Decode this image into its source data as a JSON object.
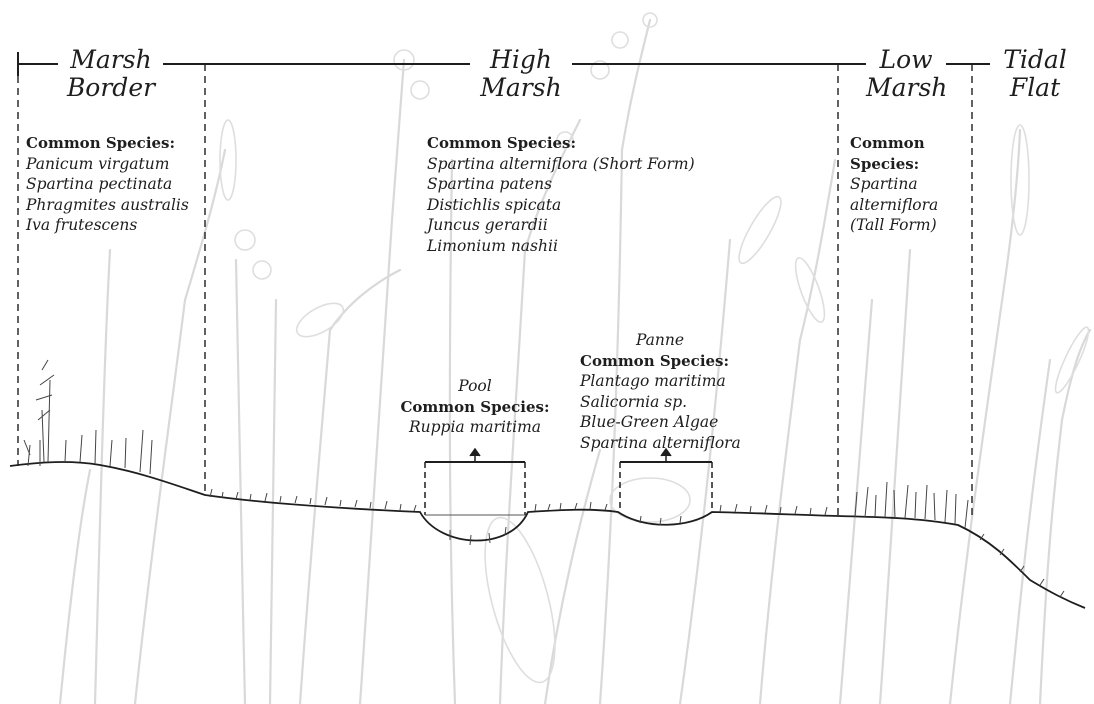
{
  "zones": [
    {
      "line1": "Marsh",
      "line2": "Border"
    },
    {
      "line1": "High",
      "line2": "Marsh"
    },
    {
      "line1": "Low",
      "line2": "Marsh"
    },
    {
      "line1": "Tidal",
      "line2": "Flat"
    }
  ],
  "species_boxes": {
    "marsh_border": {
      "heading": "Common Species:",
      "species": [
        "Panicum virgatum",
        "Spartina pectinata",
        "Phragmites australis",
        "Iva frutescens"
      ]
    },
    "high_marsh": {
      "heading": "Common Species:",
      "species": [
        "Spartina alterniflora (Short Form)",
        "Spartina patens",
        "Distichlis spicata",
        "Juncus gerardii",
        "Limonium nashii"
      ]
    },
    "low_marsh": {
      "heading_line1": "Common",
      "heading_line2": "Species:",
      "species": [
        "Spartina",
        "alterniflora",
        "(Tall Form)"
      ]
    },
    "pool": {
      "label": "Pool",
      "heading": "Common Species:",
      "species": [
        "Ruppia maritima"
      ]
    },
    "panne": {
      "label": "Panne",
      "heading": "Common Species:",
      "species": [
        "Plantago maritima",
        "Salicornia sp.",
        "Blue-Green Algae",
        "Spartina alterniflora"
      ]
    }
  },
  "colors": {
    "ink": "#1e1e1e",
    "background_plants": "#d9d9d9",
    "ground_grass": "#444444"
  }
}
